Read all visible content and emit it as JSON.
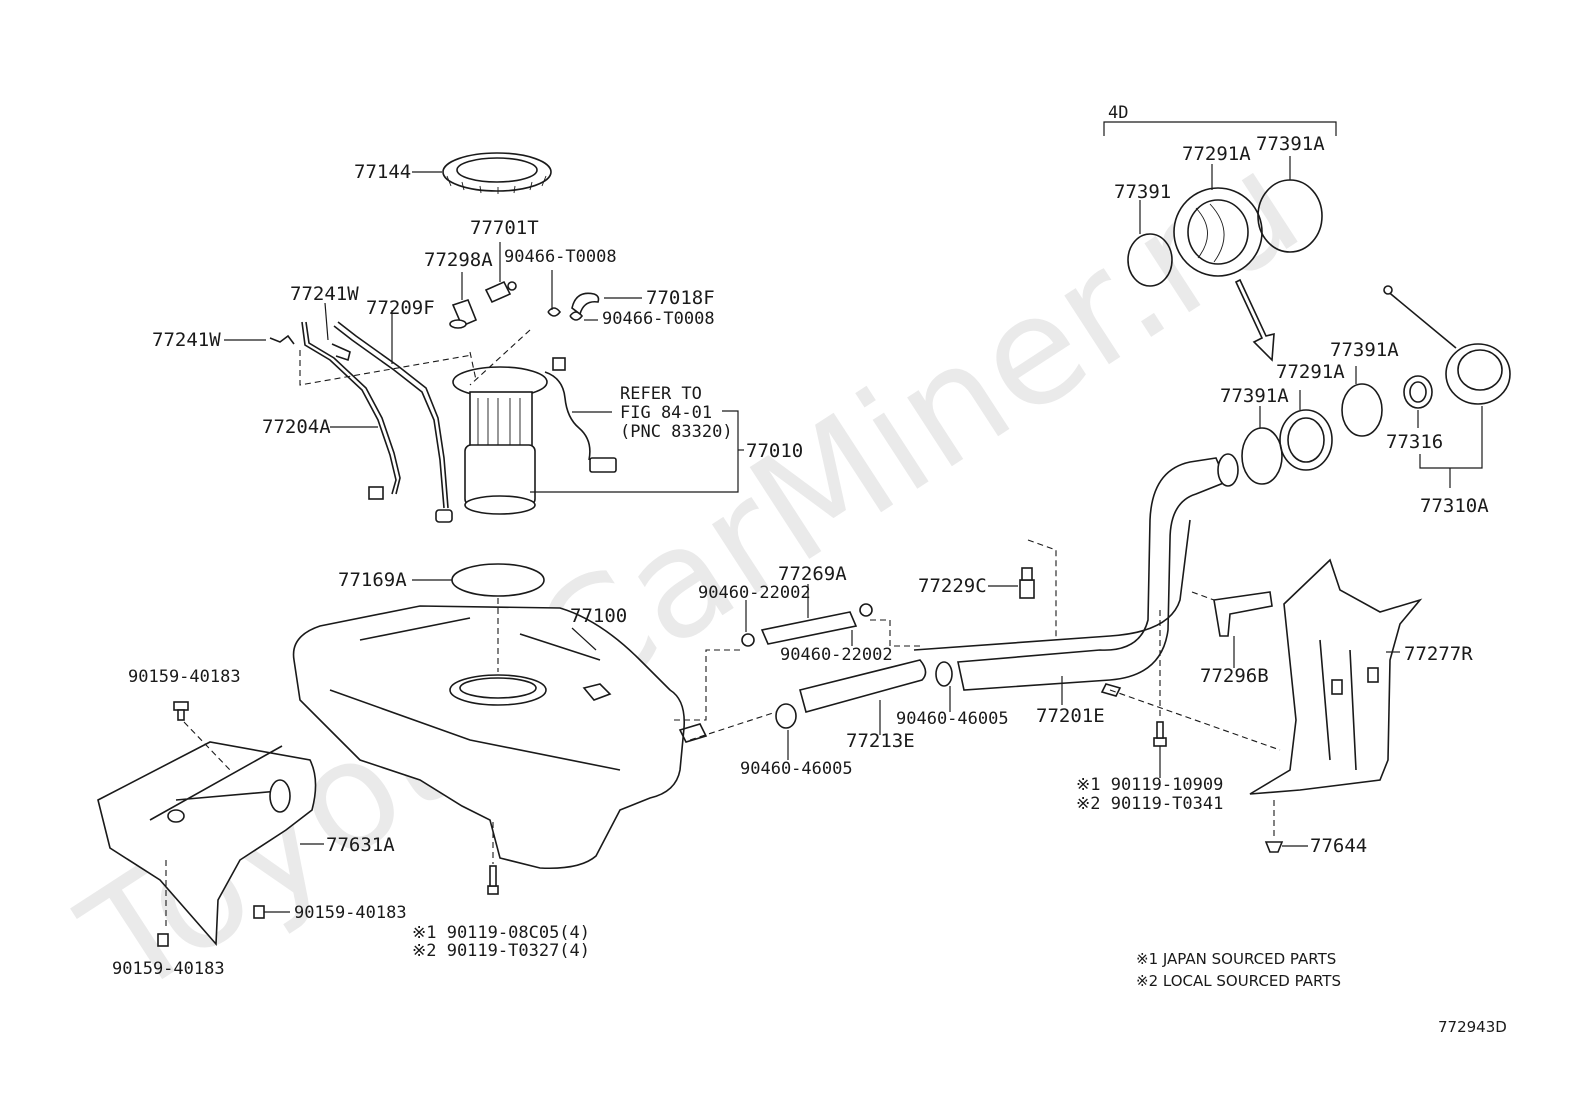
{
  "watermark": "Toyota.CarMiner.ru",
  "diagram_code": "772943D",
  "labels": {
    "p77144": "77144",
    "p77701T": "77701T",
    "p77298A": "77298A",
    "p90466_T0008_a": "90466-T0008",
    "p77018F": "77018F",
    "p90466_T0008_b": "90466-T0008",
    "p77241W_a": "77241W",
    "p77209F": "77209F",
    "p77241W_b": "77241W",
    "p77204A": "77204A",
    "refer_line1": "REFER TO",
    "refer_line2": "FIG 84-01",
    "refer_line3": "(PNC 83320)",
    "p77010": "77010",
    "p77169A": "77169A",
    "p77100": "77100",
    "p90460_22002_a": "90460-22002",
    "p77269A": "77269A",
    "p90460_22002_b": "90460-22002",
    "p77229C": "77229C",
    "p90159_40183_a": "90159-40183",
    "p77631A": "77631A",
    "p90159_40183_b": "90159-40183",
    "p90159_40183_c": "90159-40183",
    "p90119_08C05": "※1 90119-08C05(4)",
    "p90119_T0327": "※2 90119-T0327(4)",
    "p90460_46005_a": "90460-46005",
    "p77213E": "77213E",
    "p90460_46005_b": "90460-46005",
    "p77201E": "77201E",
    "p90119_10909": "※1 90119-10909",
    "p90119_T0341": "※2 90119-T0341",
    "p4D": "4D",
    "p77391": "77391",
    "p77291A_a": "77291A",
    "p77391A_a": "77391A",
    "p77291A_b": "77291A",
    "p77391A_b": "77391A",
    "p77391A_c": "77391A",
    "p77316": "77316",
    "p77310A": "77310A",
    "p77296B": "77296B",
    "p77277R": "77277R",
    "p77644": "77644"
  },
  "legend": {
    "note1": "※1 JAPAN SOURCED PARTS",
    "note2": "※2 LOCAL SOURCED PARTS"
  }
}
